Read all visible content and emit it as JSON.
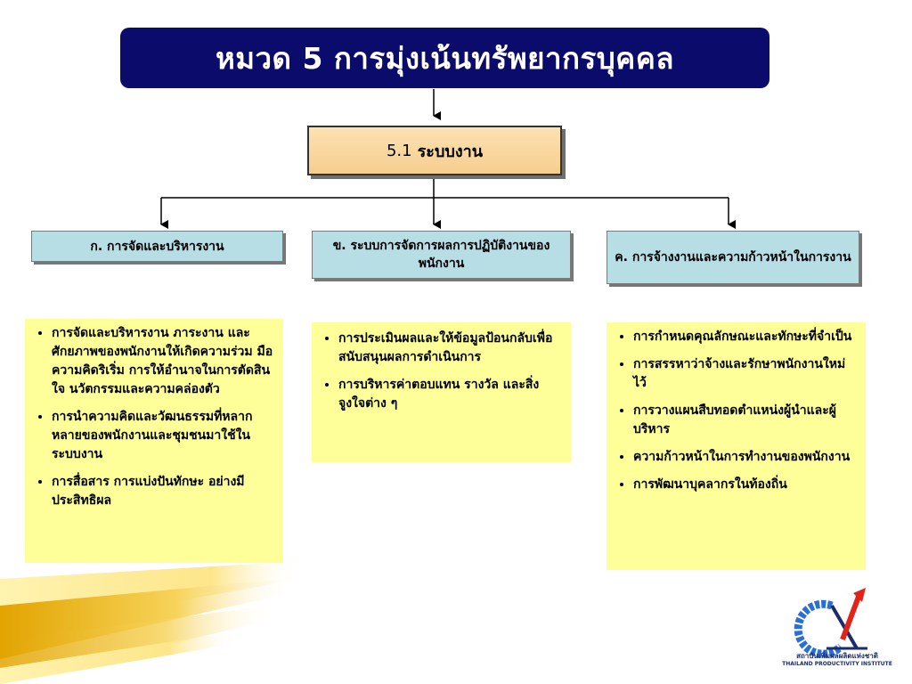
{
  "title": "หมวด 5 การมุ่งเน้นทรัพยากรบุคคล",
  "top_box": {
    "number": "5.1",
    "label": "ระบบงาน"
  },
  "categories": [
    {
      "label": "ก. การจัดและบริหารงาน"
    },
    {
      "label": "ข. ระบบการจัดการผลการปฏิบัติงานของพนักงาน"
    },
    {
      "label": "ค. การจ้างงานและความก้าวหน้าในการงาน"
    }
  ],
  "lists": [
    {
      "items": [
        "การจัดและบริหารงาน ภาระงาน และศักยภาพของพนักงานให้เกิดความร่วม มือ ความคิดริเริ่ม การให้อำนาจในการตัดสินใจ นวัตกรรมและความคล่องตัว",
        "การนำความคิดและวัฒนธรรมที่หลากหลายของพนักงานและชุมชนมาใช้ในระบบงาน",
        "การสื่อสาร การแบ่งปันทักษะ อย่างมีประสิทธิผล"
      ]
    },
    {
      "items": [
        "การประเมินผลและให้ข้อมูลป้อนกลับเพื่อสนับสนุนผลการดำเนินการ",
        "การบริหารค่าตอบแทน รางวัล และสิ่งจูงใจต่าง ๆ"
      ]
    },
    {
      "items": [
        "การกำหนดคุณลักษณะและทักษะที่จำเป็น",
        "การสรรหาว่าจ้างและรักษาพนักงานใหม่ไว้",
        "การวางแผนสืบทอดตำแหน่งผู้นำและผู้บริหาร",
        "ความก้าวหน้าในการทำงานของพนักงาน",
        "การพัฒนาบุคลากรในท้องถิ่น"
      ]
    }
  ],
  "logo": {
    "line1": "สถาบันเพิ่มผลผลิตแห่งชาติ",
    "line2": "THAILAND PRODUCTIVITY INSTITUTE"
  },
  "colors": {
    "title_bg": "#0b0b6b",
    "top_box": "#f9d8a0",
    "category_box": "#b7dde5",
    "list_box": "#ffff99"
  }
}
